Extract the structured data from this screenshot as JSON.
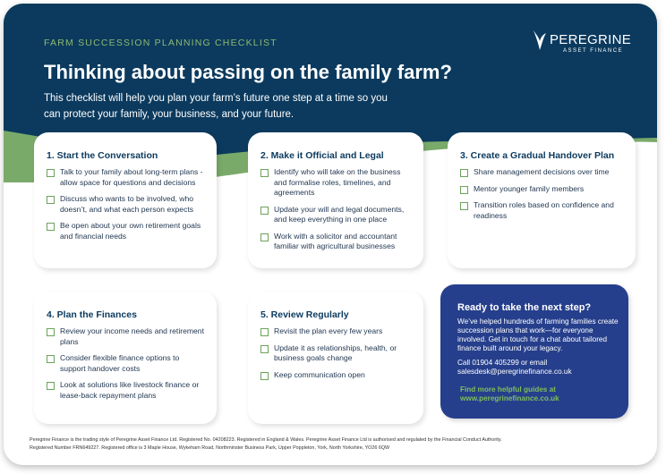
{
  "header": {
    "kicker": "FARM SUCCESSION PLANNING CHECKLIST",
    "title": "Thinking about passing on the family farm?",
    "subtitle": "This checklist will help you plan your farm’s future one step at a time so you can protect your family, your business, and your future."
  },
  "logo": {
    "name": "PEREGRINE",
    "tagline": "ASSET FINANCE"
  },
  "colors": {
    "navy": "#0b3a5e",
    "green": "#7aaa6a",
    "cta": "#263f8c"
  },
  "sections": [
    {
      "title": "1. Start the Conversation",
      "items": [
        "Talk to your family about long-term plans - allow space for questions and decisions",
        "Discuss who wants to be involved, who doesn’t, and what each person expects",
        "Be open about your own retirement goals and financial needs"
      ]
    },
    {
      "title": "2. Make it Official and Legal",
      "items": [
        "Identify who will take on the business and formalise roles, timelines, and agreements",
        "Update your will and legal documents, and keep everything in one place",
        "Work with a solicitor and accountant familiar with agricultural businesses"
      ]
    },
    {
      "title": "3. Create a Gradual Handover Plan",
      "items": [
        "Share management decisions over time",
        "Mentor younger family members",
        "Transition roles based on confidence and readiness"
      ]
    },
    {
      "title": "4. Plan the Finances",
      "items": [
        "Review your income needs and retirement plans",
        "Consider flexible finance options to support handover costs",
        "Look at solutions like livestock finance or lease-back repayment plans"
      ]
    },
    {
      "title": "5. Review Regularly",
      "items": [
        "Revisit the plan every few years",
        "Update it as relationships, health, or business goals change",
        "Keep communication open"
      ]
    }
  ],
  "cta": {
    "title": "Ready to take the next step?",
    "body": "We’ve helped hundreds of farming families create succession plans that work—for everyone involved. Get in touch for a chat about tailored finance built around your legacy.",
    "contact": "Call 01904 405299 or email salesdesk@peregrinefinance.co.uk",
    "link_text": "Find more helpful guides at",
    "link_url": "www.peregrinefinance.co.uk"
  },
  "footer": {
    "line1": "Peregrine Finance is the trading style of Peregrine Asset Finance Ltd. Registered No. 04208223. Registered in England & Wales. Peregrine Asset Finance Ltd is authorised and regulated by the Financial Conduct Authority.",
    "line2": "Registered Number FRN649227. Registered office is 3 Maple House, Wykeham Road, Northminster Business Park, Upper Poppleton, York, North Yorkshire, YO26 6QW"
  }
}
